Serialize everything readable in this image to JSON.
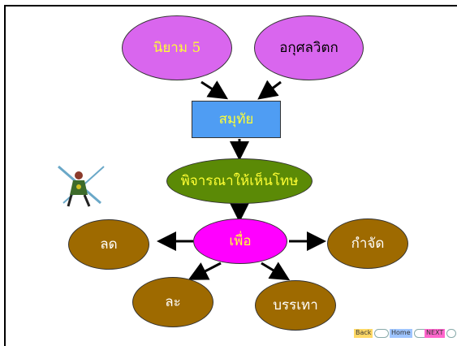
{
  "diagram": {
    "nodes": {
      "niyam": "นิยาม 5",
      "akusala": "อกุศลวิตก",
      "samuthai": "สมุทัย",
      "phijarana": "พิจารณาให้เห็นโทษ",
      "phuea": "เพื่อ",
      "lot": "ลด",
      "kamjat": "กำจัด",
      "la": "ละ",
      "bannthao": "บรรเทา"
    }
  },
  "colors": {
    "purple": "#d966ee",
    "blue": "#4f9df3",
    "olive": "#5b8a06",
    "magenta": "#ff00ff",
    "brown": "#9e6a00",
    "yellow_text": "#ffff33",
    "white_text": "#ffffff"
  },
  "nav": {
    "back": "Back",
    "home": "Home",
    "next": "NEXT"
  }
}
